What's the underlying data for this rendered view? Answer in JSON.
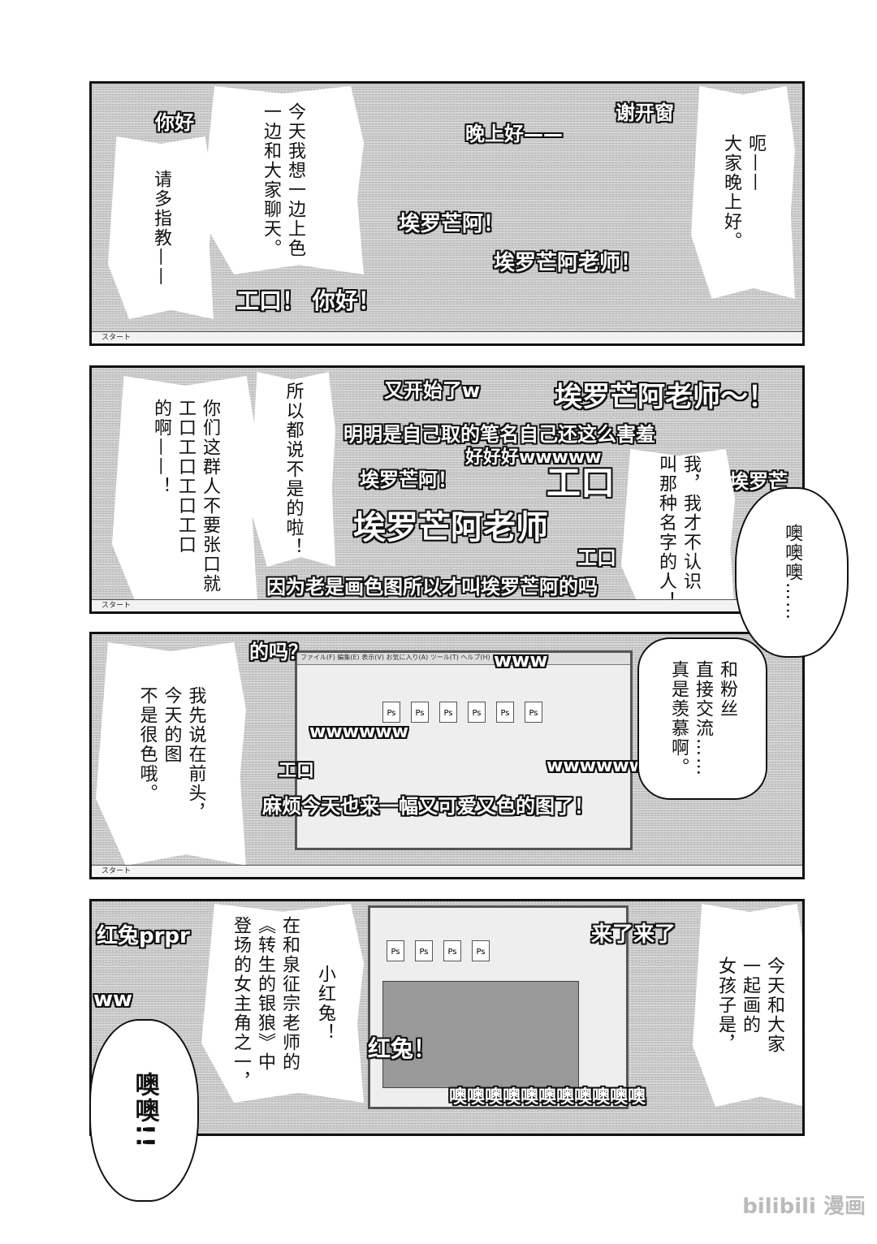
{
  "panel1": {
    "chat": [
      "你好",
      "晚上好——",
      "谢开窗",
      "埃罗芒阿！",
      "埃罗芒阿老师！",
      "工口！ 你好！"
    ],
    "bubbles": [
      "今天我想一边上色\n一边和大家聊天。",
      "请多指教——",
      "呃——\n大家晚上好。"
    ],
    "taskbar": "スタート"
  },
  "panel2": {
    "chat": [
      "又开始了w",
      "埃罗芒阿老师～！",
      "明明是自己取的笔名自己还这么害羞",
      "好好好wwwww",
      "埃罗芒阿！",
      "工口",
      "埃罗芒阿老师",
      "因为老是画色图所以才叫埃罗芒阿的吗",
      "埃罗芒",
      "工口"
    ],
    "bubbles": [
      "所以都说不是的啦！",
      "你们这群人不要张口就\n工口工口工口工口\n的啊——！",
      "我，我才不认识\n叫那种名字的人！",
      "噢噢噢……"
    ],
    "taskbar": "スタート"
  },
  "panel3": {
    "chat": [
      "的吗？",
      "www",
      "wwwwww",
      "工口",
      "wwwwww",
      "麻烦今天也来一幅又可爱又色的图了！"
    ],
    "bubbles": [
      "我先说在前头，\n今天的图\n不是很色哦。",
      "和粉丝\n直接交流……\n真是羡慕啊。"
    ],
    "window_menu": "ファイル(F)  編集(E)  表示(V)  お気に入り(A)  ツール(T)  ヘルプ(H)",
    "icon_label": "Ps",
    "taskbar": "スタート"
  },
  "panel4": {
    "chat": [
      "红兔prpr",
      "来了来了",
      "ww",
      "红兔！",
      "噢噢噢噢噢噢噢噢噢噢噢"
    ],
    "bubbles": [
      "在和泉征宗老师的\n《转生的银狼》中\n登场的女主角之一，",
      "小红兔！",
      "今天和大家\n一起画的\n女孩子是，",
      "噢噢!!"
    ],
    "icon_label": "Ps"
  },
  "watermark": "bilibili 漫画"
}
